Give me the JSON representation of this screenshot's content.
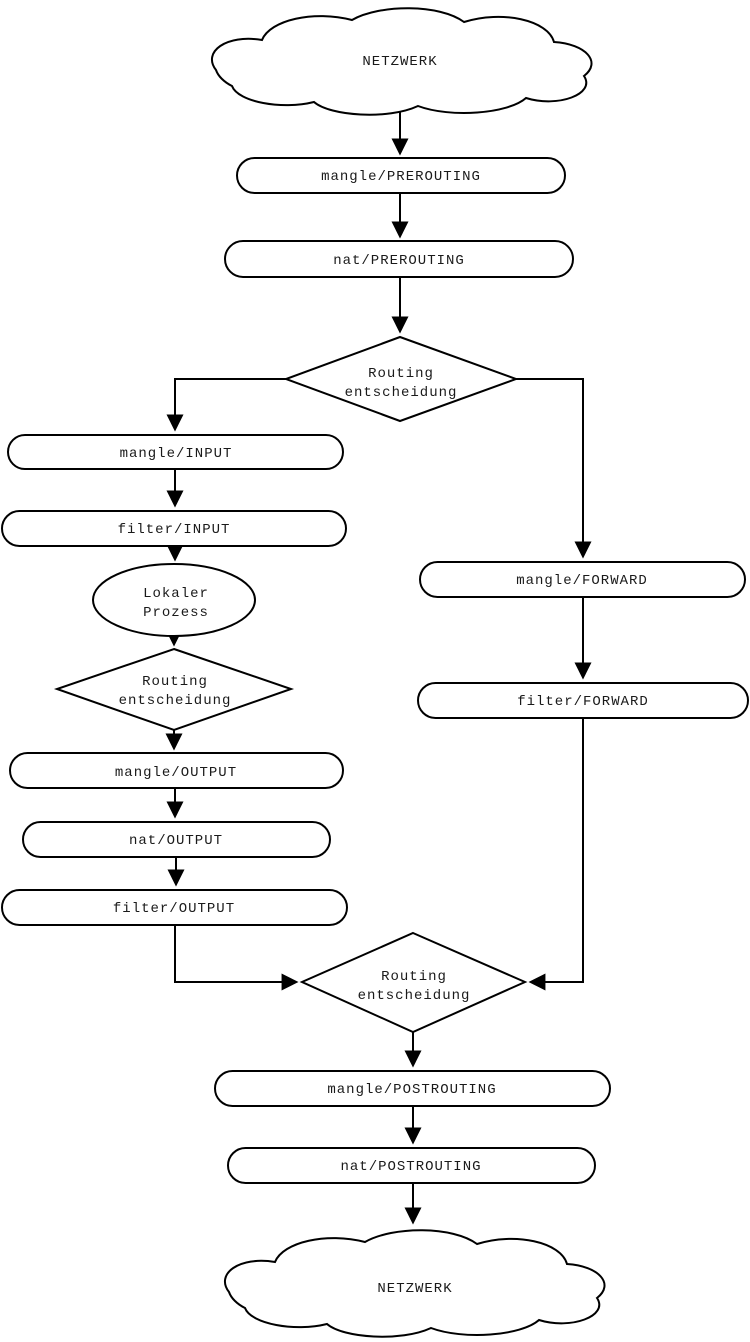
{
  "colors": {
    "stroke": "#000000",
    "background": "#ffffff",
    "text": "#1a1a1a"
  },
  "nodes": {
    "network_top": {
      "label": "NETZWERK"
    },
    "mangle_prerouting": {
      "label": "mangle/PREROUTING"
    },
    "nat_prerouting": {
      "label": "nat/PREROUTING"
    },
    "routing_decision_top": {
      "line1": "Routing",
      "line2": "entscheidung"
    },
    "mangle_input": {
      "label": "mangle/INPUT"
    },
    "filter_input": {
      "label": "filter/INPUT"
    },
    "local_process": {
      "line1": "Lokaler",
      "line2": "Prozess"
    },
    "routing_decision_left": {
      "line1": "Routing",
      "line2": "entscheidung"
    },
    "mangle_output": {
      "label": "mangle/OUTPUT"
    },
    "nat_output": {
      "label": "nat/OUTPUT"
    },
    "filter_output": {
      "label": "filter/OUTPUT"
    },
    "mangle_forward": {
      "label": "mangle/FORWARD"
    },
    "filter_forward": {
      "label": "filter/FORWARD"
    },
    "routing_decision_bottom": {
      "line1": "Routing",
      "line2": "entscheidung"
    },
    "mangle_postrouting": {
      "label": "mangle/POSTROUTING"
    },
    "nat_postrouting": {
      "label": "nat/POSTROUTING"
    },
    "network_bottom": {
      "label": "NETZWERK"
    }
  }
}
